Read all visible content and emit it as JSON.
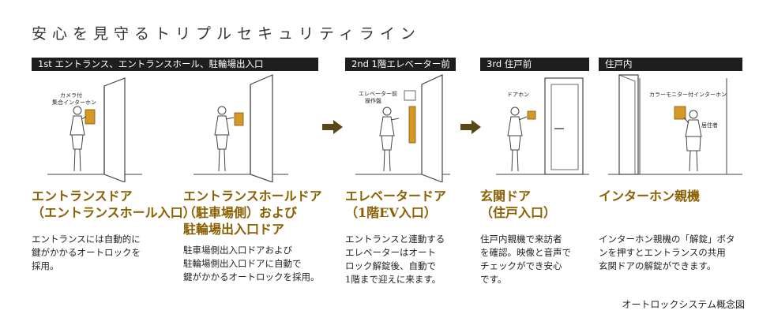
{
  "title": "安心を見守るトリプルセキュリティライン",
  "caption": "オートロックシステム概念図",
  "accent": "#8a5f00",
  "panel_color": "#d69a24",
  "bars": [
    {
      "label": "1st エントランス、エントランスホール、駐輪場出入口"
    },
    {
      "label": "2nd 1階エレベーター前"
    },
    {
      "label": "3rd 住戸前"
    },
    {
      "label": "住戸内"
    }
  ],
  "scene_labels": {
    "s1": [
      "カメラ付",
      "集合インターホン"
    ],
    "s3": [
      "エレベーター前",
      "操作盤"
    ],
    "s4": [
      "ドアホン"
    ],
    "s5a": [
      "カラーモニター付インターホン"
    ],
    "s5b": [
      "居住者"
    ]
  },
  "columns": [
    {
      "title": [
        "エントランスドア",
        "（エントランスホール入口）"
      ],
      "desc": [
        "エントランスには自動的に",
        "鍵がかかるオートロックを",
        "採用。"
      ]
    },
    {
      "title": [
        "エントランスホールドア",
        "（駐車場側）および",
        "駐輪場出入口ドア"
      ],
      "desc": [
        "駐車場側出入口ドアおよび",
        "駐輪場側出入口ドアに自動で",
        "鍵がかかるオートロックを採用。"
      ]
    },
    {
      "title": [
        "エレベータードア",
        "（1階EV入口）"
      ],
      "desc": [
        "エントランスと連動する",
        "エレベーターはオート",
        "ロック解錠後、自動で",
        "1階まで迎えに来ます。"
      ]
    },
    {
      "title": [
        "玄関ドア",
        "（住戸入口）"
      ],
      "desc": [
        "住戸内親機で来訪者",
        "を確認。映像と音声で",
        "チェックができ安心",
        "です。"
      ]
    },
    {
      "title": [
        "インターホン親機"
      ],
      "desc": [
        "インターホン親機の「解錠」ボタ",
        "ンを押すとエントランスの共用",
        "玄関ドアの解錠ができます。"
      ]
    }
  ]
}
